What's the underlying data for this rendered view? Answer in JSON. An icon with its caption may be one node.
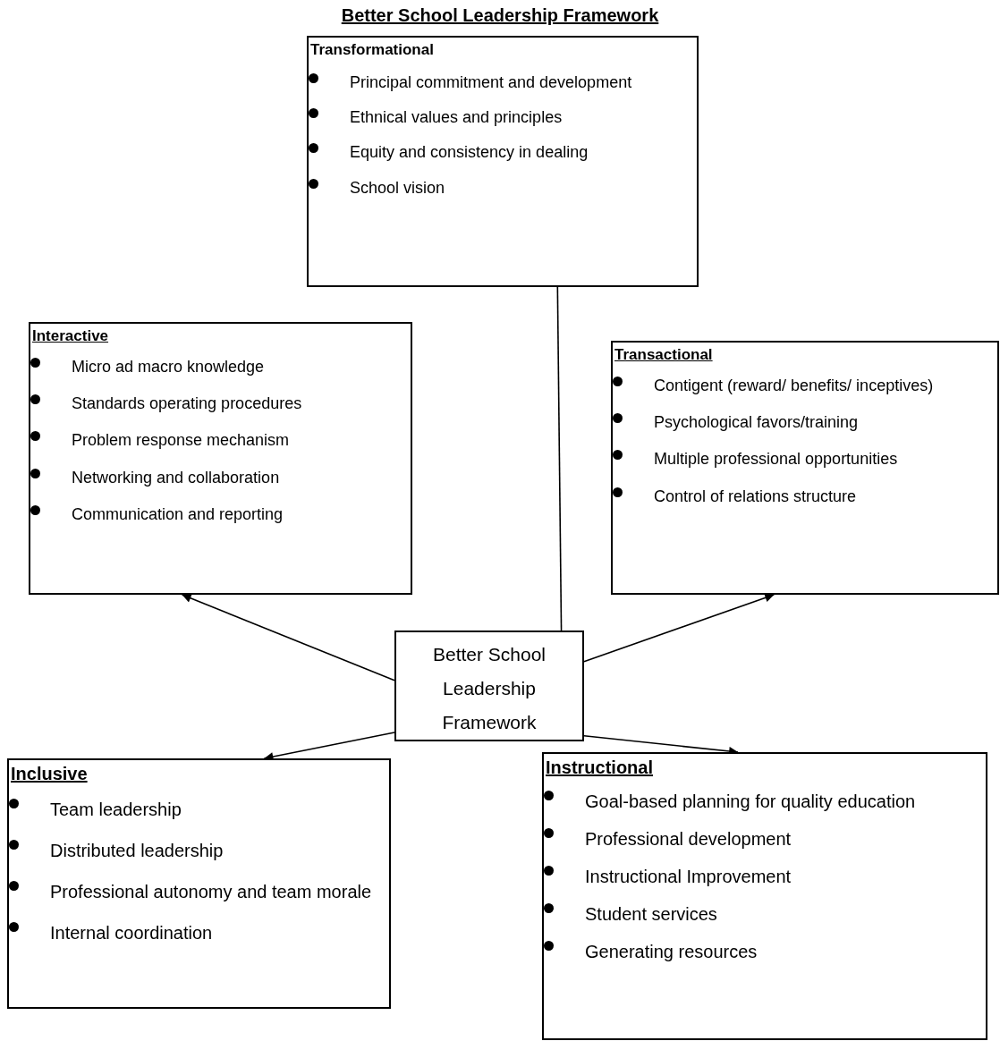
{
  "diagram": {
    "title": "Better School Leadership Framework",
    "nodes": [
      {
        "text": [
          "Transformational",
          "Principal commitment and development",
          "Ethnical values and principles",
          "Equity and consistency in dealing",
          "School vision"
        ]
      },
      {
        "text": [
          "Interactive",
          "Micro ad macro knowledge",
          "Standards operating  procedures",
          "Problem response mechanism",
          "Networking and collaboration",
          "Communication and reporting"
        ]
      },
      {
        "text": [
          "Transactional",
          "Contigent (reward/ benefits/ inceptives)",
          "Psychological favors/training",
          "Multiple professional opportunities",
          "Control of relations structure"
        ]
      },
      {
        "text": [
          "Better School Leadership Framework"
        ]
      },
      {
        "text": [
          "Inclusive",
          "Team leadership",
          "Distributed leadership",
          "Professional autonomy and team morale",
          "Internal coordination"
        ]
      },
      {
        "text": [
          "Instructional",
          "Goal-based planning for quality education",
          "Professional development",
          "Instructional Improvement",
          "Student services",
          "Generating resources"
        ]
      }
    ],
    "edges": [
      {
        "from": 3,
        "to": 1,
        "arrow": "to"
      },
      {
        "from": 3,
        "to": 2,
        "arrow": "to"
      },
      {
        "from": 3,
        "to": 4,
        "arrow": "to"
      },
      {
        "from": 3,
        "to": 5,
        "arrow": "to"
      },
      {
        "from": 0,
        "to": 3,
        "arrow": "none"
      }
    ]
  }
}
